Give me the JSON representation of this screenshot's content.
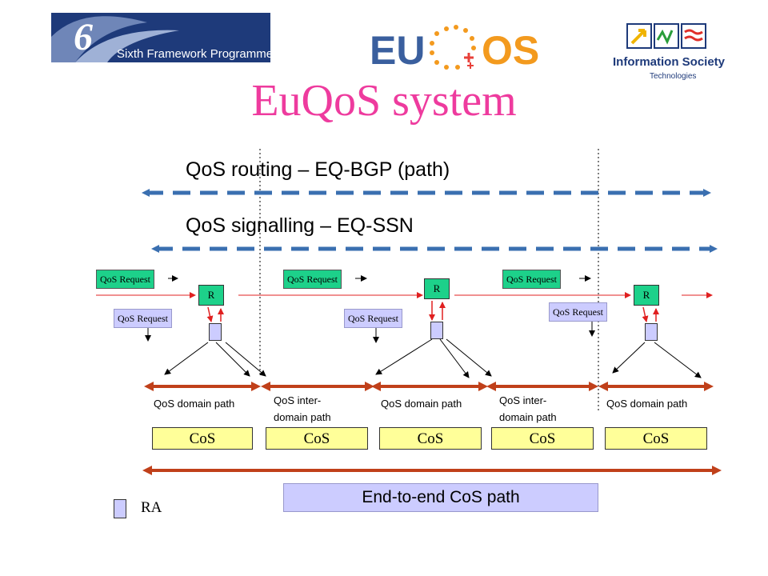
{
  "header": {
    "fp6_logo_text": "Sixth Framework Programme",
    "euqos_logo_text": "EUQOS",
    "ist_logo_text": "Information Society",
    "ist_logo_subtext": "Technologies"
  },
  "title": "EuQoS system",
  "diagram": {
    "routing_label": "QoS routing – EQ-BGP (path)",
    "signalling_label": "QoS signalling – EQ-SSN",
    "qos_request": "QoS Request",
    "router_label": "R",
    "domain_path_label": "QoS domain path",
    "inter_domain_label_1": "QoS inter-",
    "inter_domain_label_2": "domain path",
    "cos_label": "CoS",
    "e2e_label": "End-to-end CoS path",
    "legend_ra": "RA"
  },
  "colors": {
    "title": "#ee3b9e",
    "dashed_arrow": "#3a6fb0",
    "path_arrow": "#c0401a",
    "request_green": "#1dd18a",
    "request_lavender": "#ccccff",
    "cos_yellow": "#ffff99",
    "red_arrow": "#e02020"
  }
}
